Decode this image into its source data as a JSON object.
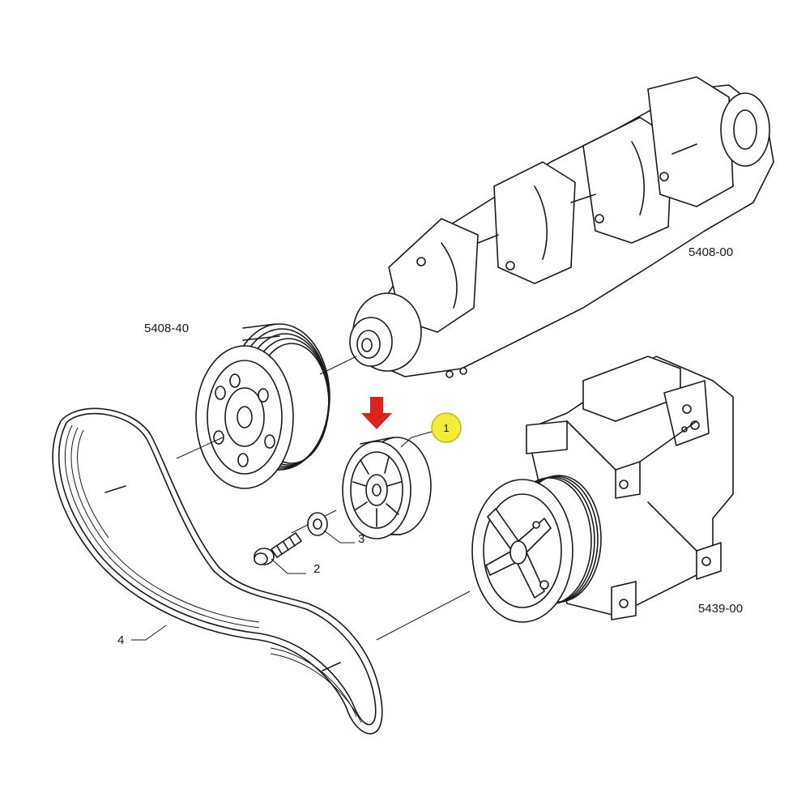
{
  "labels": {
    "crankshaft": "5408-00",
    "damper_pulley": "5408-40",
    "compressor": "5439-00",
    "callout_1": "1",
    "callout_2": "2",
    "callout_3": "3",
    "callout_4": "4"
  },
  "colors": {
    "highlight_fill": "#f2ec3a",
    "highlight_stroke": "#c9b800",
    "arrow": "#e0211a",
    "line": "#1a1a1a"
  }
}
